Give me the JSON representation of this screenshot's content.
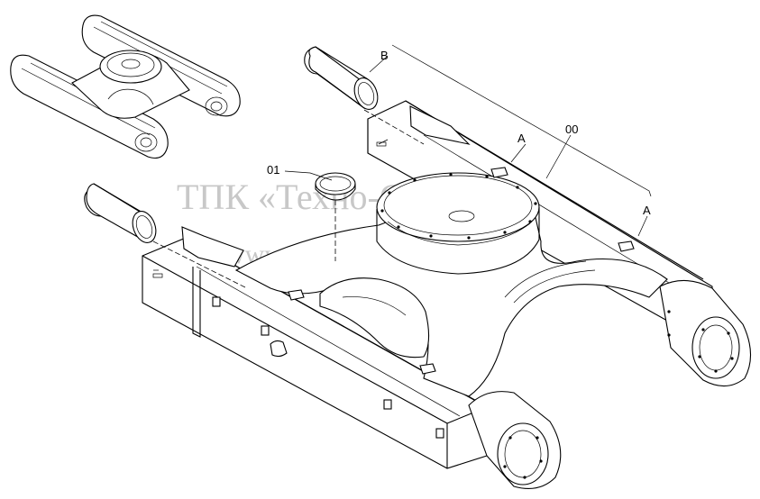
{
  "drawing": {
    "callouts": {
      "b": "B",
      "a_upper": "A",
      "a_lower": "A",
      "assembly": "00",
      "ring": "01"
    },
    "watermark": {
      "line1": "ТПК «Техно-Сиб»",
      "line2": "www.tpkts.ru"
    },
    "colors": {
      "line": "#000000",
      "background": "#ffffff",
      "watermark": "#c8c8c8"
    }
  }
}
